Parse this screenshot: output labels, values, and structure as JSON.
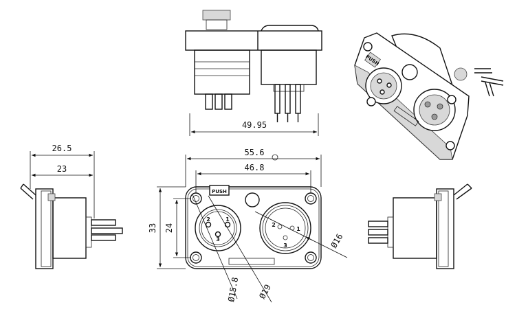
{
  "dimensions": {
    "top_width": "49.95",
    "side_width_total": "26.5",
    "side_width_inner": "23",
    "front_width_total": "55.6",
    "front_width_holes": "46.8",
    "front_height_total": "33",
    "front_height_holes": "24",
    "dia_male": "Ø16",
    "dia_female_inner": "Ø15.8",
    "dia_female_outer": "Ø19"
  },
  "labels": {
    "push": "PUSH",
    "push_3d": "PUSH"
  },
  "pins": {
    "female": [
      "1",
      "2",
      "3"
    ],
    "male": [
      "1",
      "2",
      "3"
    ]
  }
}
